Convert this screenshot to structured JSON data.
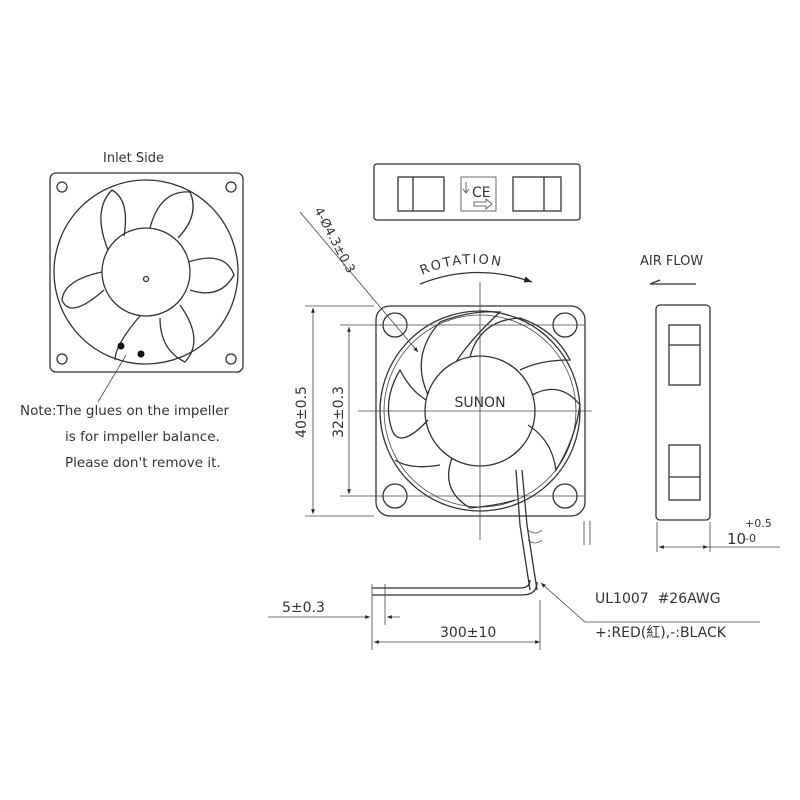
{
  "inlet_view": {
    "title": "Inlet Side",
    "note_lines": [
      "Note:The glues on the impeller",
      "is for impeller balance.",
      "Please don't remove it."
    ]
  },
  "label": {
    "mark": "CE"
  },
  "front_view": {
    "brand": "SUNON",
    "rotation_label": "ROTATION",
    "hole_dim": "4-Ø4.3±0.3",
    "outer_dim": "40±0.5",
    "hole_pitch_dim": "32±0.3"
  },
  "side_view": {
    "airflow_label": "AIR FLOW",
    "thickness_nominal": "10",
    "thickness_upper_tol": "+0.5",
    "thickness_lower_tol": "-0"
  },
  "wires": {
    "strip_dim": "5±0.3",
    "length_dim": "300±10",
    "spec_line1": "UL1007  #26AWG",
    "spec_line2": "+:RED(紅),-:BLACK"
  }
}
